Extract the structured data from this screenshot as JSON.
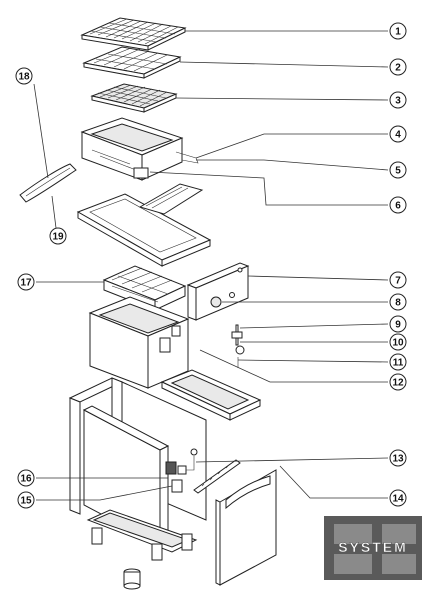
{
  "callouts": [
    "1",
    "2",
    "3",
    "4",
    "5",
    "6",
    "7",
    "8",
    "9",
    "10",
    "11",
    "12",
    "13",
    "14",
    "15",
    "16",
    "17",
    "18",
    "19"
  ],
  "logo": {
    "text": "SYSTEM"
  }
}
